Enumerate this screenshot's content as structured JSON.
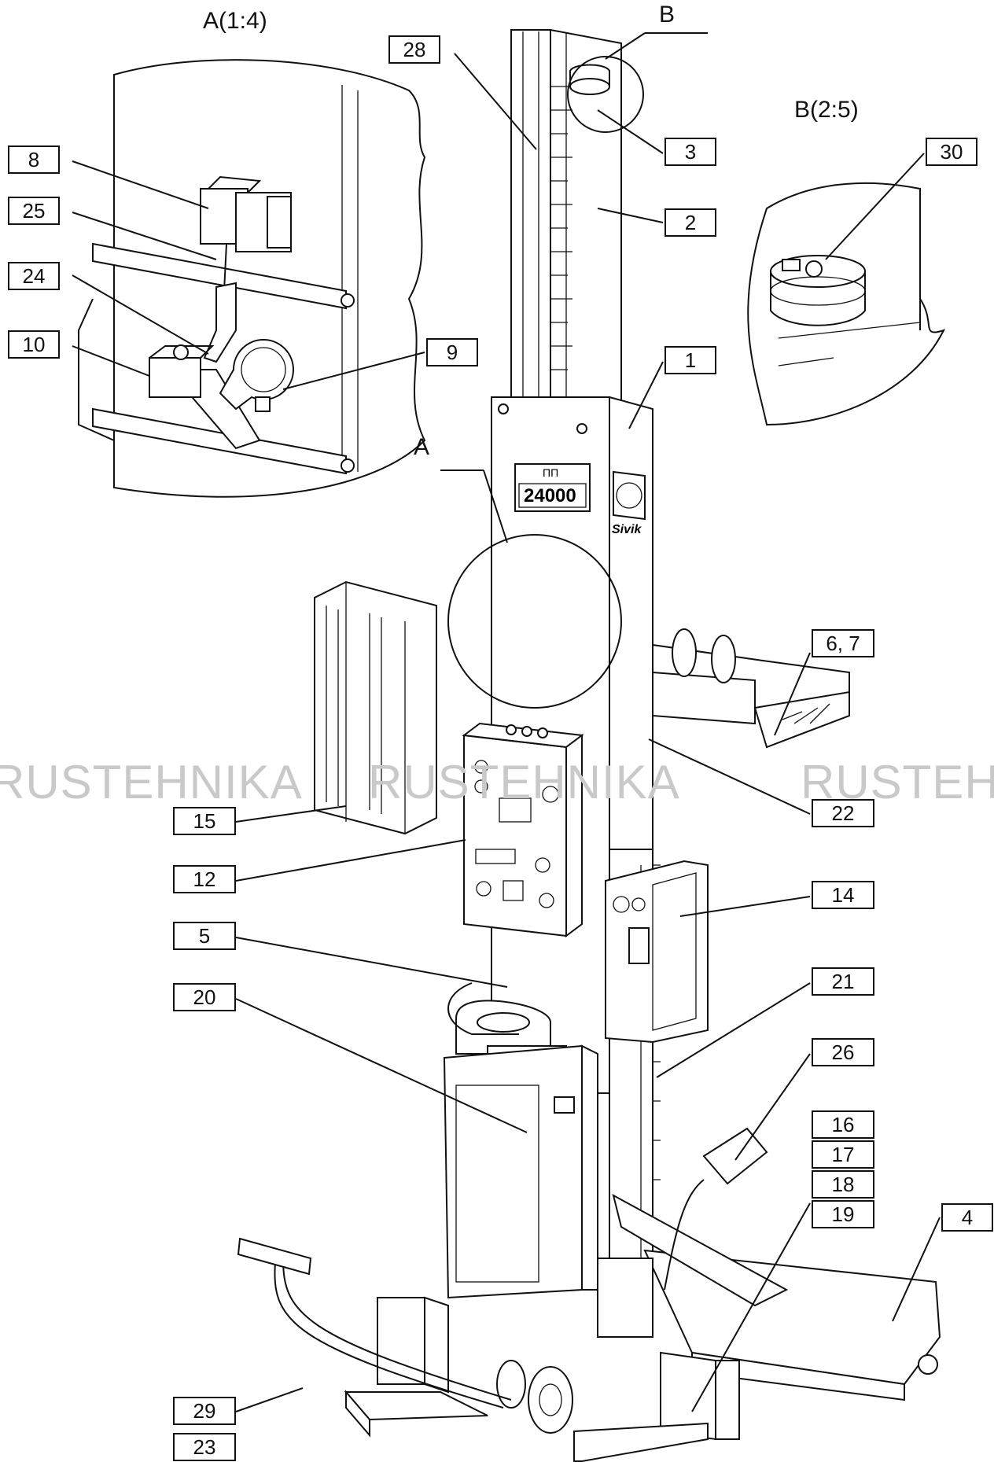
{
  "titles": {
    "detail_a": "A(1:4)",
    "detail_b_marker": "B",
    "detail_b": "B(2:5)",
    "circle_a_marker": "A"
  },
  "watermark": "RUSTEHNIKA",
  "plate": {
    "top": "ПП",
    "number": "24000"
  },
  "brand": "Sivik",
  "callouts": [
    "28",
    "3",
    "2",
    "30",
    "8",
    "25",
    "24",
    "10",
    "9",
    "1",
    "6, 7",
    "15",
    "22",
    "12",
    "14",
    "5",
    "21",
    "20",
    "26",
    "16",
    "17",
    "18",
    "19",
    "4",
    "29",
    "23"
  ]
}
